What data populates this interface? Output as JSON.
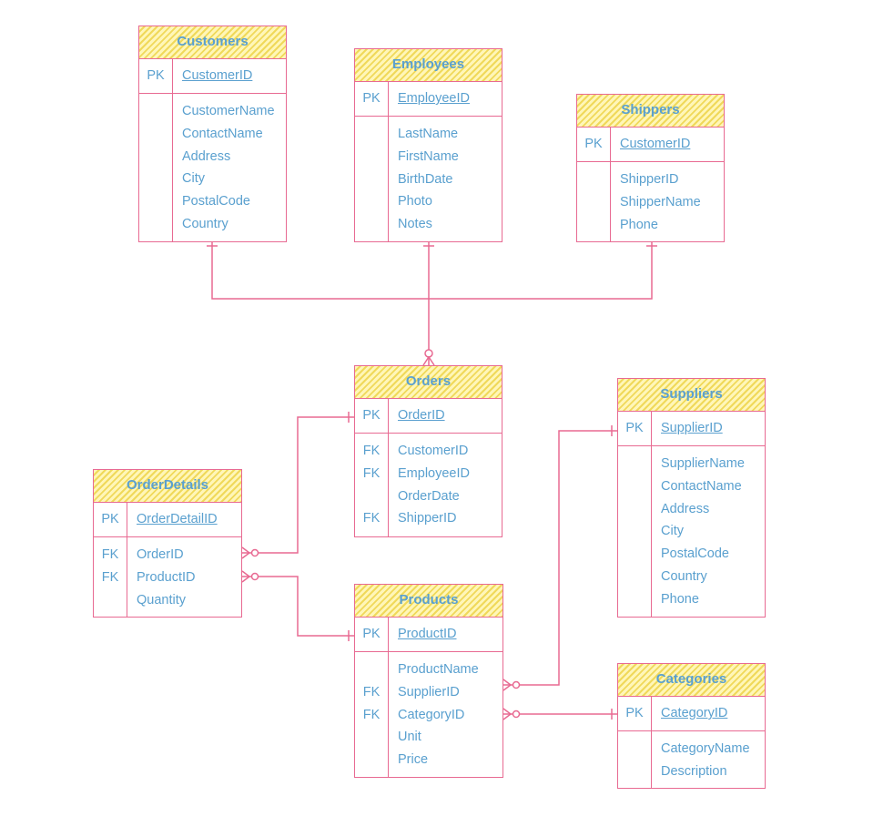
{
  "style": {
    "stroke": "#e86a92",
    "text": "#5aa0cf",
    "header_fill": "#f5e17a"
  },
  "entities": {
    "customers": {
      "title": "Customers",
      "pk_label": "PK",
      "pk": "CustomerID",
      "fields": [
        {
          "key": "",
          "name": "CustomerName"
        },
        {
          "key": "",
          "name": "ContactName"
        },
        {
          "key": "",
          "name": "Address"
        },
        {
          "key": "",
          "name": "City"
        },
        {
          "key": "",
          "name": "PostalCode"
        },
        {
          "key": "",
          "name": "Country"
        }
      ]
    },
    "employees": {
      "title": "Employees",
      "pk_label": "PK",
      "pk": "EmployeeID",
      "fields": [
        {
          "key": "",
          "name": "LastName"
        },
        {
          "key": "",
          "name": "FirstName"
        },
        {
          "key": "",
          "name": "BirthDate"
        },
        {
          "key": "",
          "name": "Photo"
        },
        {
          "key": "",
          "name": "Notes"
        }
      ]
    },
    "shippers": {
      "title": "Shippers",
      "pk_label": "PK",
      "pk": "CustomerID",
      "fields": [
        {
          "key": "",
          "name": "ShipperID"
        },
        {
          "key": "",
          "name": "ShipperName"
        },
        {
          "key": "",
          "name": "Phone"
        }
      ]
    },
    "orders": {
      "title": "Orders",
      "pk_label": "PK",
      "pk": "OrderID",
      "fields": [
        {
          "key": "FK",
          "name": "CustomerID"
        },
        {
          "key": "FK",
          "name": "EmployeeID"
        },
        {
          "key": "",
          "name": "OrderDate"
        },
        {
          "key": "FK",
          "name": "ShipperID"
        }
      ]
    },
    "suppliers": {
      "title": "Suppliers",
      "pk_label": "PK",
      "pk": "SupplierID",
      "fields": [
        {
          "key": "",
          "name": "SupplierName"
        },
        {
          "key": "",
          "name": "ContactName"
        },
        {
          "key": "",
          "name": "Address"
        },
        {
          "key": "",
          "name": "City"
        },
        {
          "key": "",
          "name": "PostalCode"
        },
        {
          "key": "",
          "name": "Country"
        },
        {
          "key": "",
          "name": "Phone"
        }
      ]
    },
    "orderdetails": {
      "title": "OrderDetails",
      "pk_label": "PK",
      "pk": "OrderDetailID",
      "fields": [
        {
          "key": "FK",
          "name": "OrderID"
        },
        {
          "key": "FK",
          "name": "ProductID"
        },
        {
          "key": "",
          "name": "Quantity"
        }
      ]
    },
    "products": {
      "title": "Products",
      "pk_label": "PK",
      "pk": "ProductID",
      "fields": [
        {
          "key": "",
          "name": "ProductName"
        },
        {
          "key": "FK",
          "name": "SupplierID"
        },
        {
          "key": "FK",
          "name": "CategoryID"
        },
        {
          "key": "",
          "name": "Unit"
        },
        {
          "key": "",
          "name": "Price"
        }
      ]
    },
    "categories": {
      "title": "Categories",
      "pk_label": "PK",
      "pk": "CategoryID",
      "fields": [
        {
          "key": "",
          "name": "CategoryName"
        },
        {
          "key": "",
          "name": "Description"
        }
      ]
    }
  }
}
